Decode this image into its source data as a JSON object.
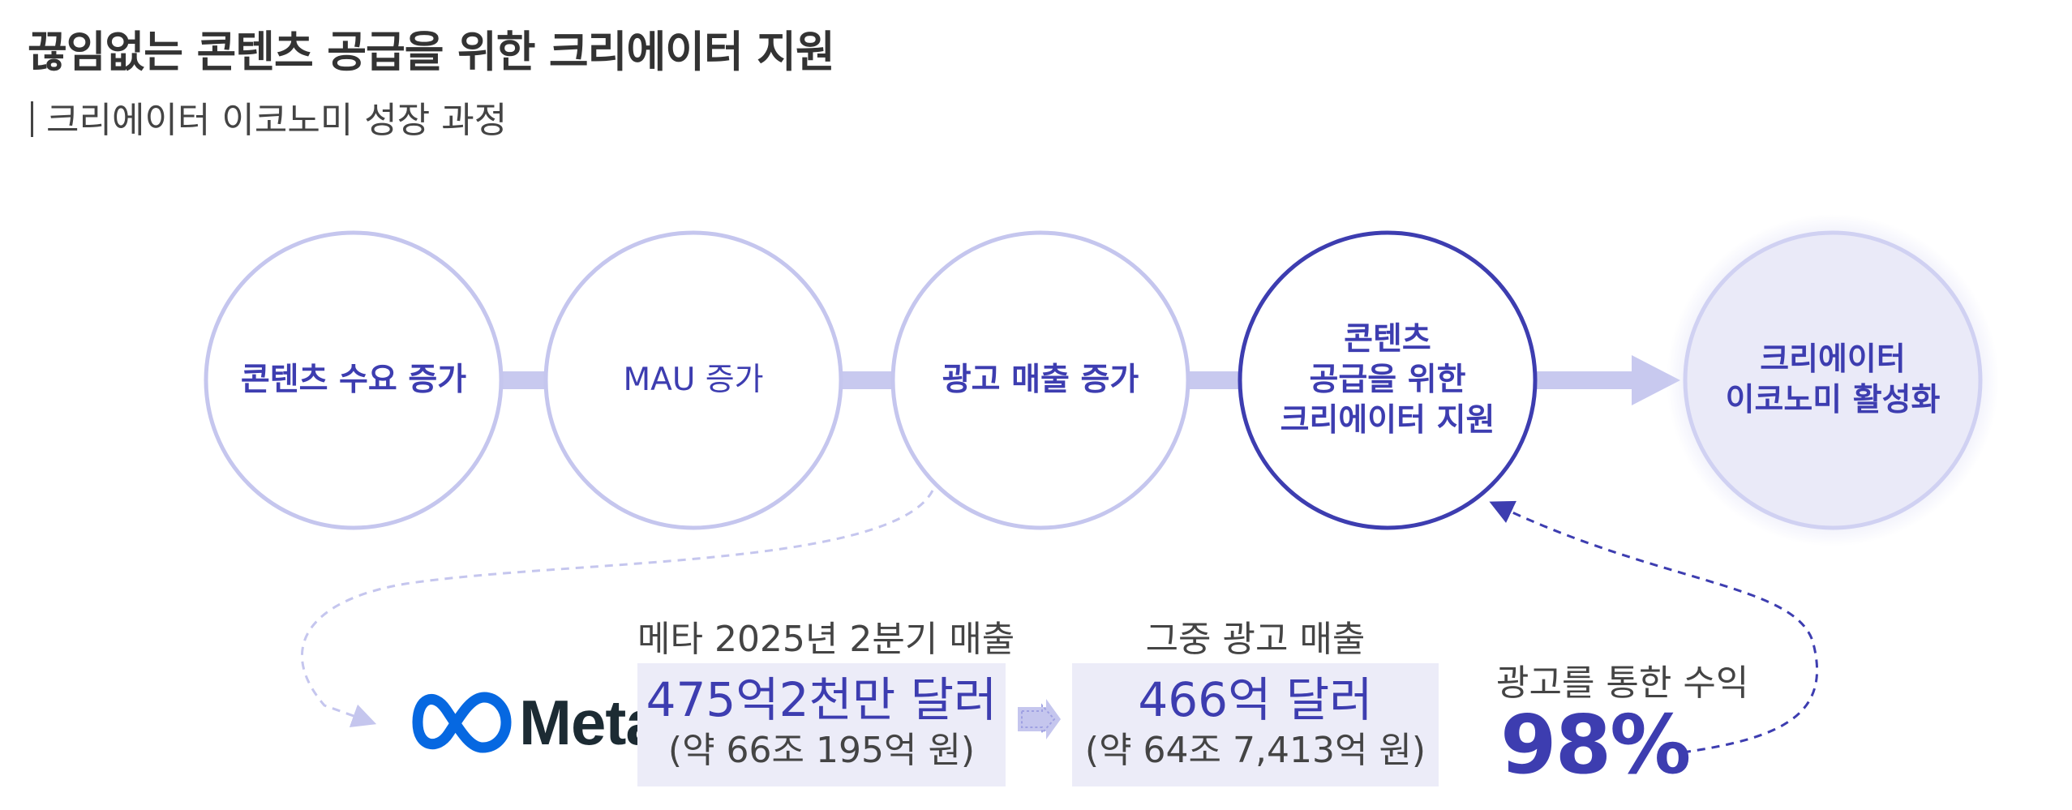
{
  "title": "끊임없는 콘텐츠 공급을 위한 크리에이터 지원",
  "subtitle": "크리에이터 이코노미 성장 과정",
  "flow": {
    "steps": [
      {
        "label": "콘텐츠 수요 증가"
      },
      {
        "label": "MAU 증가"
      },
      {
        "label": "광고 매출 증가"
      },
      {
        "label": "콘텐츠\n공급을 위한\n크리에이터 지원"
      },
      {
        "label": "크리에이터\n이코노미 활성화"
      }
    ]
  },
  "meta": {
    "logo_text": "Meta",
    "revenue": {
      "caption": "메타 2025년 2분기 매출",
      "main": "475억2천만 달러",
      "sub": "(약 66조 195억 원)"
    },
    "ad_revenue": {
      "caption": "그중 광고 매출",
      "main": "466억 달러",
      "sub": "(약 64조 7,413억 원)"
    },
    "share": {
      "caption": "광고를 통한 수익",
      "value": "98%"
    }
  },
  "colors": {
    "accent": "#3d3db0",
    "light_ring": "#c5c6ee",
    "connector": "#c8c9ef",
    "box_bg": "#ececf8",
    "meta_blue": "#0668e1"
  }
}
